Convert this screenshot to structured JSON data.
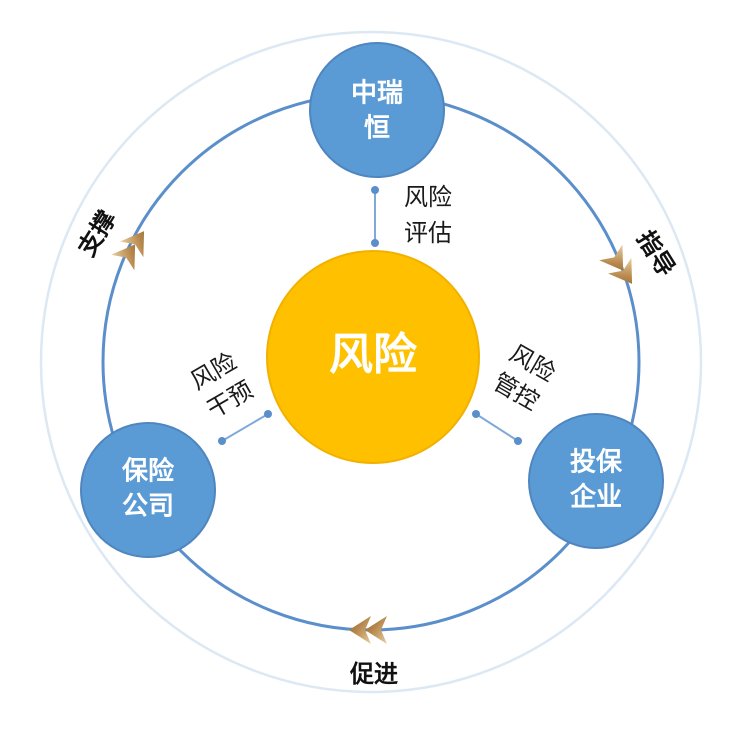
{
  "center": {
    "label": "风险",
    "color": "#FFC000"
  },
  "nodes": {
    "top": {
      "line1": "中瑞",
      "line2": "恒"
    },
    "left": {
      "line1": "保险",
      "line2": "公司"
    },
    "right": {
      "line1": "投保",
      "line2": "企业"
    },
    "color": "#5B9BD5"
  },
  "links": {
    "top": {
      "line1": "风险",
      "line2": "评估"
    },
    "left": {
      "line1": "风险",
      "line2": "干预"
    },
    "right": {
      "line1": "风险",
      "line2": "管控"
    }
  },
  "arc_labels": {
    "left": "支撑",
    "right": "指导",
    "bottom": "促进"
  },
  "colors": {
    "ring": "#5B8FCB",
    "outer_ring": "#DCE8F4",
    "arrow": "#C8A56E"
  }
}
